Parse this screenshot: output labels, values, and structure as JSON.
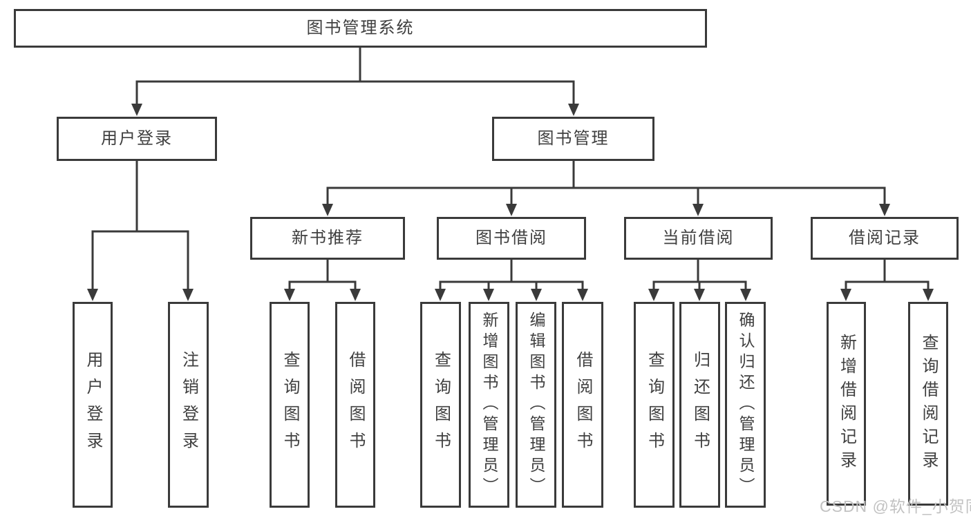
{
  "diagram": {
    "title": "图书管理系统",
    "watermark": "CSDN @软件_小贺同学",
    "colors": {
      "line": "#3a3a3a",
      "text": "#3f3f3f",
      "box_background": "#ffffff",
      "watermark": "#c2c2c2"
    },
    "tree": {
      "label": "图书管理系统",
      "children": [
        {
          "label": "用户登录",
          "children": [
            {
              "label": "用户登录"
            },
            {
              "label": "注销登录"
            }
          ]
        },
        {
          "label": "图书管理",
          "children": [
            {
              "label": "新书推荐",
              "children": [
                {
                  "label": "查询图书"
                },
                {
                  "label": "借阅图书"
                }
              ]
            },
            {
              "label": "图书借阅",
              "children": [
                {
                  "label": "查询图书"
                },
                {
                  "label": "新增图书（管理员）"
                },
                {
                  "label": "编辑图书（管理员）"
                },
                {
                  "label": "借阅图书"
                }
              ]
            },
            {
              "label": "当前借阅",
              "children": [
                {
                  "label": "查询图书"
                },
                {
                  "label": "归还图书"
                },
                {
                  "label": "确认归还（管理员）"
                }
              ]
            },
            {
              "label": "借阅记录",
              "children": [
                {
                  "label": "新增借阅记录"
                },
                {
                  "label": "查询借阅记录"
                }
              ]
            }
          ]
        }
      ]
    }
  }
}
